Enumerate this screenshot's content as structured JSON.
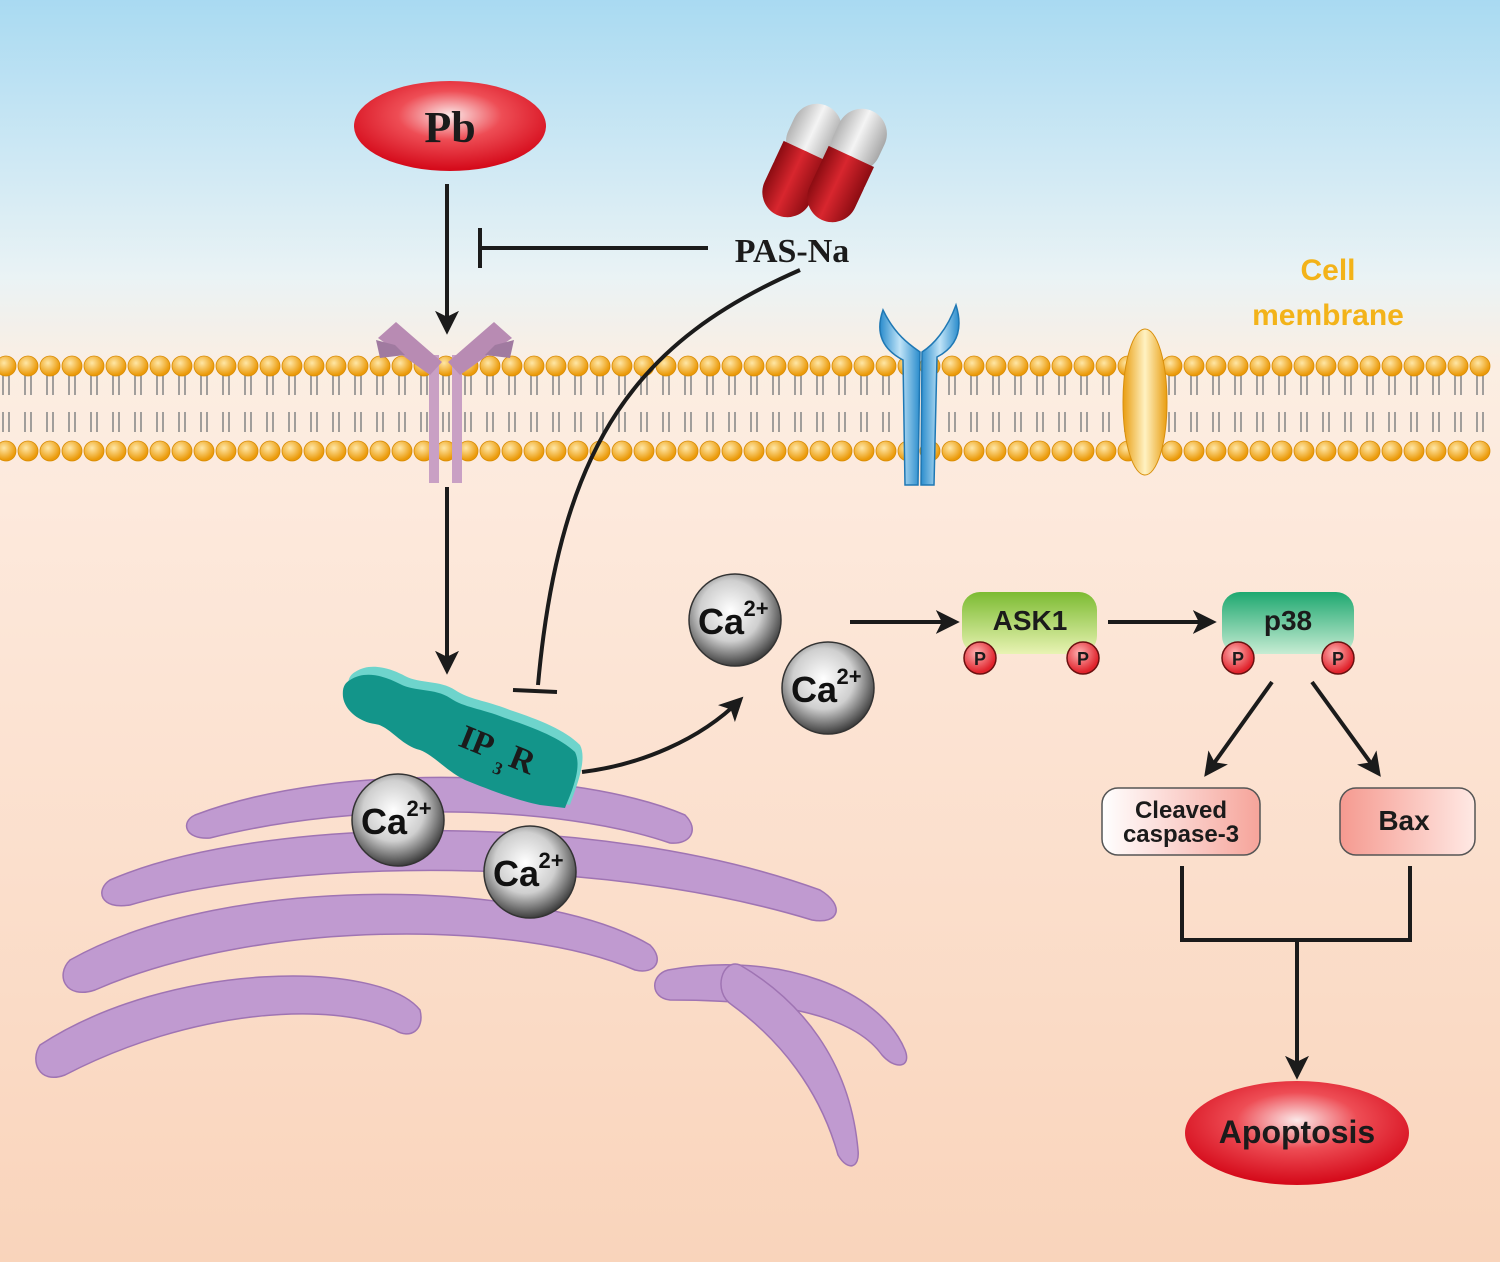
{
  "labels": {
    "pb": "Pb",
    "pas_na": "PAS-Na",
    "cell_membrane_line1": "Cell",
    "cell_membrane_line2": "membrane",
    "ip3r_main": "IP",
    "ip3r_sub": "3",
    "ip3r_r": "R",
    "ca_base": "Ca",
    "ca_sup": "2+",
    "ask1": "ASK1",
    "p38": "p38",
    "phospho": "P",
    "cleaved_line1": "Cleaved",
    "cleaved_line2": "caspase-3",
    "bax": "Bax",
    "apoptosis": "Apoptosis"
  },
  "colors": {
    "sky_top": "#a9daf2",
    "cytoplasm": "#f9d6bd",
    "lipid_head": "#f2a516",
    "receptor": "#c9a0c4",
    "er": "#c09ad0",
    "ip3r": "#13958a",
    "ask1": "#8bc43f",
    "p38": "#2db577",
    "pb_red": "#d8101f",
    "membrane_text": "#f3b319"
  }
}
